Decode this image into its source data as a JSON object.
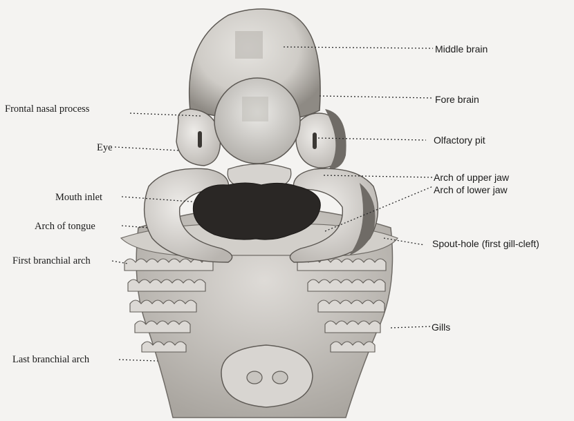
{
  "labels": {
    "left": {
      "frontal_nasal_process": "Frontal nasal process",
      "eye": "Eye",
      "mouth_inlet": "Mouth inlet",
      "arch_of_tongue": "Arch of tongue",
      "first_branchial_arch": "First branchial arch",
      "last_branchial_arch": "Last branchial arch"
    },
    "right": {
      "middle_brain": "Middle brain",
      "fore_brain": "Fore brain",
      "olfactory_pit": "Olfactory pit",
      "arch_of_upper_jaw": "Arch of upper jaw",
      "arch_of_lower_jaw": "Arch of lower jaw",
      "spout_hole": "Spout-hole (first gill-cleft)",
      "gills": "Gills"
    }
  },
  "colors": {
    "background": "#f4f3f1",
    "specimen_light": "#e2e0dc",
    "specimen_mid": "#bdbab5",
    "specimen_dark": "#6f6b66",
    "mouth": "#2a2725",
    "leader": "#2b2b2b"
  }
}
